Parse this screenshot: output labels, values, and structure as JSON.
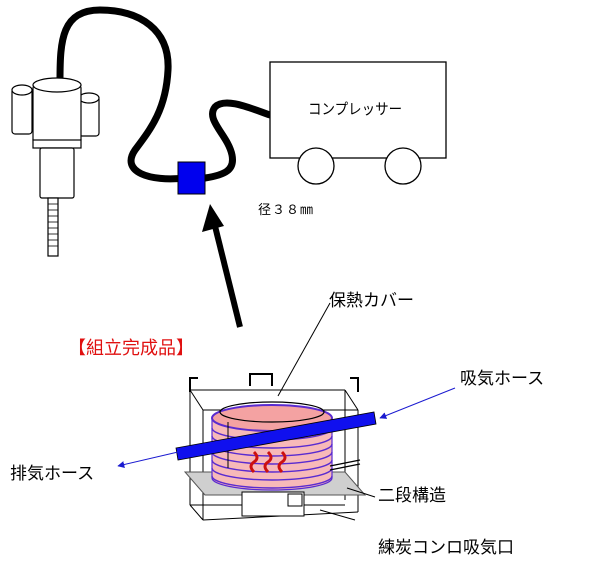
{
  "labels": {
    "compressor": "コンプレッサー",
    "diameter": "径３８㎜",
    "insulation_cover": "保熱カバー",
    "assembled_product": "【組立完成品】",
    "intake_hose": "吸気ホース",
    "exhaust_hose": "排気ホース",
    "two_stage": "二段構造",
    "stove_intake": "練炭コンロ吸気口"
  },
  "colors": {
    "hose": "#000000",
    "coupler": "#0000ee",
    "coil": "#5a2bd0",
    "pot_fill": "#f7b9b9",
    "flame": "#cc1010",
    "title_text": "#e01010",
    "platform": "#cfcfcf"
  }
}
